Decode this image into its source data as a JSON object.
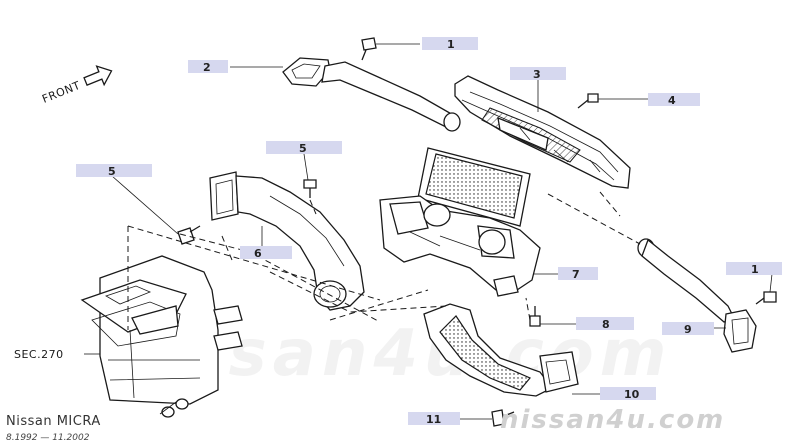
{
  "callouts": [
    {
      "id": "callout-1-top",
      "label": "1"
    },
    {
      "id": "callout-2",
      "label": "2"
    },
    {
      "id": "callout-3",
      "label": "3"
    },
    {
      "id": "callout-4",
      "label": "4"
    },
    {
      "id": "callout-5-left",
      "label": "5"
    },
    {
      "id": "callout-5-mid",
      "label": "5"
    },
    {
      "id": "callout-6",
      "label": "6"
    },
    {
      "id": "callout-7",
      "label": "7"
    },
    {
      "id": "callout-8",
      "label": "8"
    },
    {
      "id": "callout-9",
      "label": "9"
    },
    {
      "id": "callout-1-right",
      "label": "1"
    },
    {
      "id": "callout-10",
      "label": "10"
    },
    {
      "id": "callout-11",
      "label": "11"
    }
  ],
  "labels": {
    "front": "FRONT",
    "section_ref": "SEC.270",
    "model": "Nissan MICRA",
    "years": "8.1992 — 11.2002"
  },
  "watermarks": {
    "center": "nissan4u.com",
    "bottom_right": "nissan4u.com"
  },
  "colors": {
    "callout_bg": "#d6d8ef",
    "line": "#1a1a1a",
    "watermark": "#f2f2f2",
    "watermark_bottom": "#d0d0d0"
  }
}
